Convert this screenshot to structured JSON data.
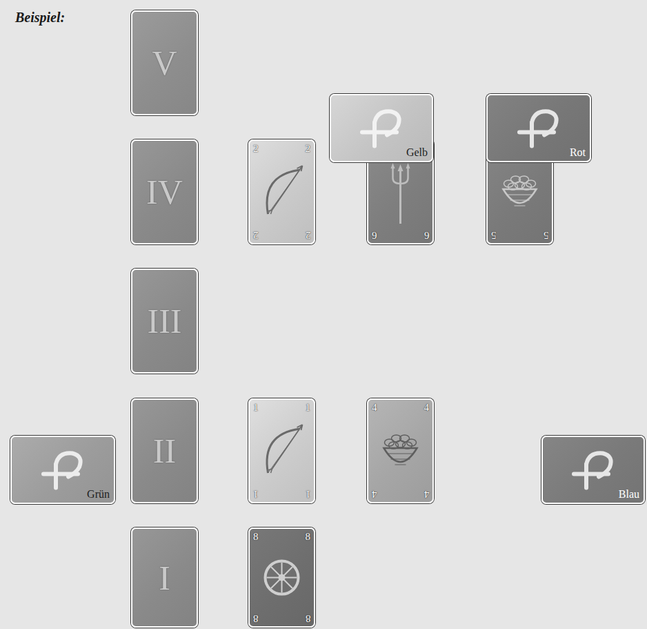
{
  "diagram": {
    "nodes": [
      {
        "text": [
          "V"
        ]
      },
      {
        "text": [
          "IV"
        ]
      },
      {
        "text": [
          "III"
        ]
      },
      {
        "text": [
          "II"
        ]
      },
      {
        "text": [
          "I"
        ]
      },
      {
        "text": [
          "2",
          "2",
          "2",
          "2"
        ]
      },
      {
        "text": [
          "6",
          "6"
        ]
      },
      {
        "text": [
          "5",
          "5"
        ]
      },
      {
        "text": [
          "Gelb"
        ]
      },
      {
        "text": [
          "Rot"
        ]
      },
      {
        "text": [
          "1",
          "1",
          "1",
          "1"
        ]
      },
      {
        "text": [
          "4",
          "4",
          "4",
          "4"
        ]
      },
      {
        "text": [
          "Grün"
        ]
      },
      {
        "text": [
          "Blau"
        ]
      },
      {
        "text": [
          "8",
          "8",
          "8",
          "8"
        ]
      }
    ],
    "labels": [
      "Beispiel:"
    ]
  }
}
